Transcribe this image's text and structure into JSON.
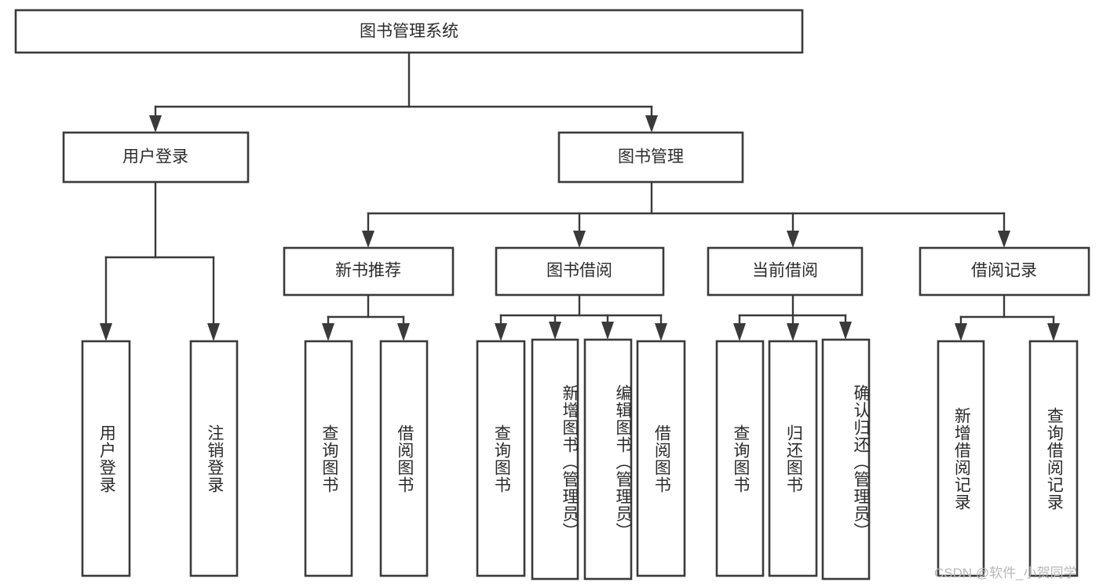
{
  "diagram": {
    "title": "图书管理系统",
    "type": "tree-hierarchy-chart",
    "root": {
      "label": "图书管理系统"
    },
    "level2": [
      {
        "label": "用户登录"
      },
      {
        "label": "图书管理"
      }
    ],
    "level3": [
      {
        "label": "新书推荐"
      },
      {
        "label": "图书借阅"
      },
      {
        "label": "当前借阅"
      },
      {
        "label": "借阅记录"
      }
    ],
    "leaves": {
      "user_login": [
        {
          "label": "用户登录"
        },
        {
          "label": "注销登录"
        }
      ],
      "new_book_recommend": [
        {
          "label": "查询图书"
        },
        {
          "label": "借阅图书"
        }
      ],
      "book_borrow": [
        {
          "label": "查询图书"
        },
        {
          "label": "新增图书（管理员）"
        },
        {
          "label": "编辑图书（管理员）"
        },
        {
          "label": "借阅图书"
        }
      ],
      "current_borrow": [
        {
          "label": "查询图书"
        },
        {
          "label": "归还图书"
        },
        {
          "label": "确认归还（管理员）"
        }
      ],
      "borrow_record": [
        {
          "label": "新增借阅记录"
        },
        {
          "label": "查询借阅记录"
        }
      ]
    }
  },
  "watermark": {
    "text": "CSDN @软件_小贺同学"
  },
  "colors": {
    "stroke": "#3a3a3a",
    "fill": "#ffffff",
    "text": "#2b2b2b",
    "watermark": "#b8b8b8"
  }
}
